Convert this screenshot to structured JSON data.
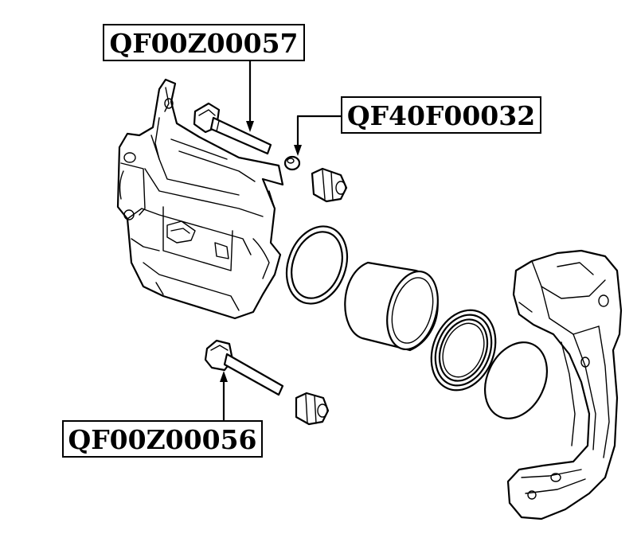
{
  "labels": {
    "guide_pin_upper": "QF00Z00057",
    "bushing": "QF40F00032",
    "guide_pin_lower": "QF00Z00056"
  },
  "colors": {
    "line": "#000000",
    "background": "#ffffff"
  }
}
